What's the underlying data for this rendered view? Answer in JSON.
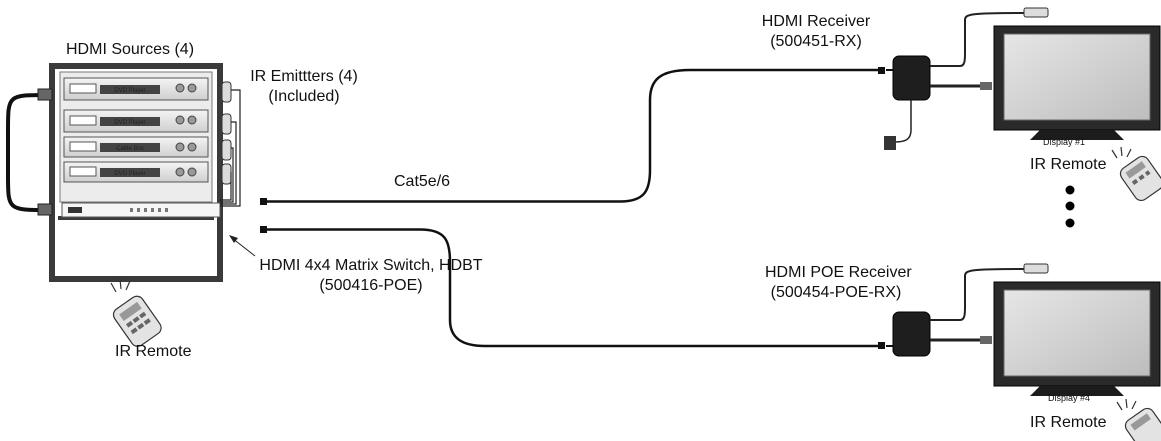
{
  "labels": {
    "hdmi_sources": "HDMI Sources (4)",
    "ir_emitters": "IR Emittters (4)",
    "ir_emitters_note": "(Included)",
    "cable": "Cat5e/6",
    "matrix_switch": "HDMI 4x4 Matrix Switch,  HDBT",
    "matrix_switch_model": "(500416-POE)",
    "ir_remote_left": "IR Remote",
    "hdmi_receiver": "HDMI Receiver",
    "hdmi_receiver_model": "(500451-RX)",
    "display_1": "Display #1",
    "ir_remote_top": "IR Remote",
    "hdmi_poe_receiver": "HDMI POE Receiver",
    "hdmi_poe_receiver_model": "(500454-POE-RX)",
    "display_4": "Display #4",
    "ir_remote_bottom": "IR Remote"
  },
  "rack_units": [
    "DVD Player",
    "DVD Player",
    "Cable Box",
    "DVD Player"
  ],
  "colors": {
    "line": "#111111",
    "rack": "#3a3a3a",
    "device": "#1e1e1e",
    "screen": "#d4d4d4"
  }
}
